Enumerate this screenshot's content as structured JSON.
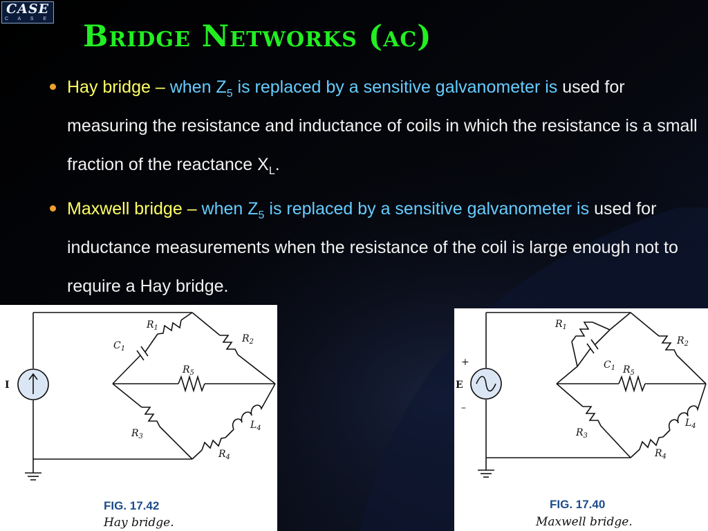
{
  "logo": {
    "text": "CASE",
    "subtitle": "C A S E"
  },
  "title": "Bridge Networks (ac)",
  "bullets": [
    {
      "term": "Hay bridge",
      "dash": " – ",
      "blue_a": "when Z",
      "blue_a_sub": "5",
      "blue_b": " is replaced by a sensitive galvanometer is",
      "text_a": " used for measuring the resistance and inductance of coils in which the resistance is a small fraction of the reactance X",
      "text_a_sub": "L",
      "text_b": "."
    },
    {
      "term": "Maxwell bridge",
      "dash": " – ",
      "blue_a": "when Z",
      "blue_a_sub": "5",
      "blue_b": " is replaced by a sensitive galvanometer is",
      "text_a": " used for inductance measurements when the resistance of the coil is large enough not to require a Hay bridge.",
      "text_a_sub": "",
      "text_b": ""
    }
  ],
  "figures": {
    "hay": {
      "number": "FIG. 17.42",
      "caption": "Hay bridge.",
      "labels": {
        "source": "I",
        "r1": "R",
        "r1s": "1",
        "c1": "C",
        "c1s": "1",
        "r2": "R",
        "r2s": "2",
        "r5": "R",
        "r5s": "5",
        "r3": "R",
        "r3s": "3",
        "l4": "L",
        "l4s": "4",
        "r4": "R",
        "r4s": "4"
      }
    },
    "maxwell": {
      "number": "FIG. 17.40",
      "caption": "Maxwell bridge.",
      "labels": {
        "source": "E",
        "plus": "+",
        "minus": "–",
        "r1": "R",
        "r1s": "1",
        "c1": "C",
        "c1s": "1",
        "r2": "R",
        "r2s": "2",
        "r5": "R",
        "r5s": "5",
        "r3": "R",
        "r3s": "3",
        "l4": "L",
        "l4s": "4",
        "r4": "R",
        "r4s": "4"
      }
    }
  },
  "colors": {
    "title": "#22ee22",
    "term": "#ffff66",
    "highlight": "#66ccff",
    "text": "#f2f2f2",
    "bullet": "#f0a030",
    "caption": "#1c4c8c"
  }
}
